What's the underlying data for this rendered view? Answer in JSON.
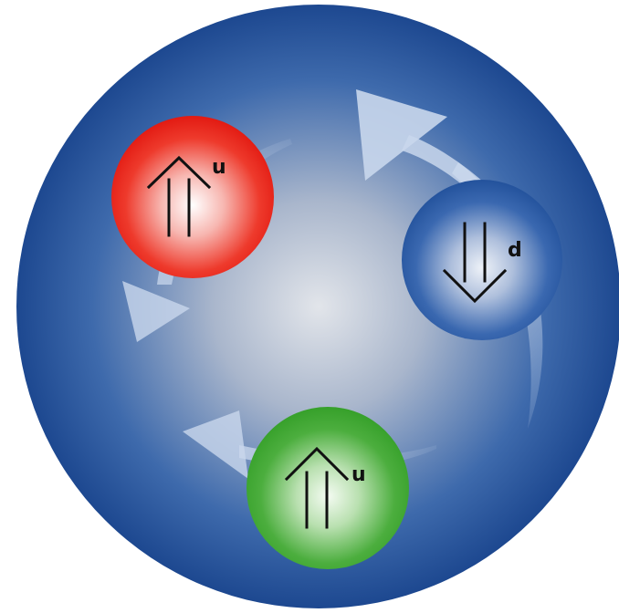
{
  "quarks": [
    {
      "id": "up-red",
      "label": "u",
      "color": "#e8241c",
      "spin": "up"
    },
    {
      "id": "down-blue",
      "label": "d",
      "color": "#2f5fae",
      "spin": "down"
    },
    {
      "id": "up-green",
      "label": "u",
      "color": "#3ea833",
      "spin": "up"
    }
  ],
  "colors": {
    "proton_edge": "#1d4890",
    "proton_center": "#dfe4ec",
    "arrow": "#c5d4ea"
  }
}
